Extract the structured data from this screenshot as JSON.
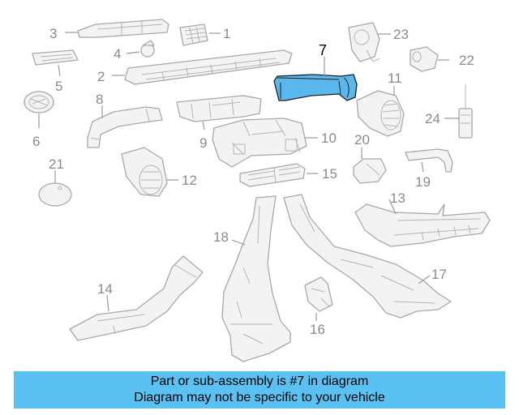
{
  "diagram": {
    "highlighted_part": "7",
    "callouts": [
      "1",
      "2",
      "3",
      "4",
      "5",
      "6",
      "7",
      "8",
      "9",
      "10",
      "11",
      "12",
      "13",
      "14",
      "15",
      "16",
      "17",
      "18",
      "19",
      "20",
      "21",
      "22",
      "23",
      "24"
    ]
  },
  "caption": {
    "line1": "Part or sub-assembly is #7 in diagram",
    "line2": "Diagram may not be specific to your vehicle",
    "background": "#5bc1f2"
  },
  "colors": {
    "highlight": "#5bb8ec",
    "parts": "#a8a8a8",
    "labels": "#8a8a8a"
  }
}
